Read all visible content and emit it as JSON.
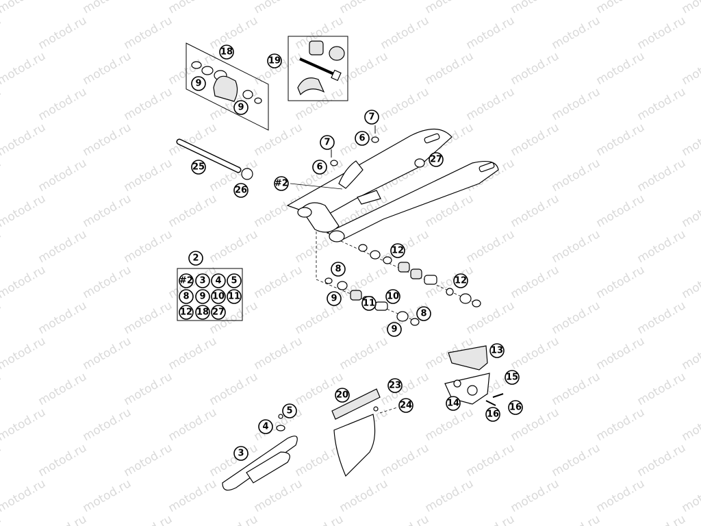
{
  "watermark": "motod.ru",
  "callouts": [
    {
      "id": "c18a",
      "label": "18"
    },
    {
      "id": "c9a",
      "label": "9"
    },
    {
      "id": "c9b",
      "label": "9"
    },
    {
      "id": "c19",
      "label": "19"
    },
    {
      "id": "c7a",
      "label": "7"
    },
    {
      "id": "c6a",
      "label": "6"
    },
    {
      "id": "c7b",
      "label": "7"
    },
    {
      "id": "c6b",
      "label": "6"
    },
    {
      "id": "c27",
      "label": "27"
    },
    {
      "id": "c2ref",
      "label": "#2"
    },
    {
      "id": "c25",
      "label": "25"
    },
    {
      "id": "c26",
      "label": "26"
    },
    {
      "id": "c12a",
      "label": "12"
    },
    {
      "id": "c8a",
      "label": "8"
    },
    {
      "id": "c11",
      "label": "11"
    },
    {
      "id": "c9c",
      "label": "9"
    },
    {
      "id": "c10",
      "label": "10"
    },
    {
      "id": "c12b",
      "label": "12"
    },
    {
      "id": "c8b",
      "label": "8"
    },
    {
      "id": "c9d",
      "label": "9"
    },
    {
      "id": "c2",
      "label": "2"
    },
    {
      "id": "c13",
      "label": "13"
    },
    {
      "id": "c15",
      "label": "15"
    },
    {
      "id": "c14",
      "label": "14"
    },
    {
      "id": "c16a",
      "label": "16"
    },
    {
      "id": "c16b",
      "label": "16"
    },
    {
      "id": "c20",
      "label": "20"
    },
    {
      "id": "c23",
      "label": "23"
    },
    {
      "id": "c24",
      "label": "24"
    },
    {
      "id": "c5",
      "label": "5"
    },
    {
      "id": "c4",
      "label": "4"
    },
    {
      "id": "c3",
      "label": "3"
    }
  ],
  "kit_grid": [
    "#2",
    "3",
    "4",
    "5",
    "8",
    "9",
    "10",
    "11",
    "12",
    "18",
    "27"
  ]
}
